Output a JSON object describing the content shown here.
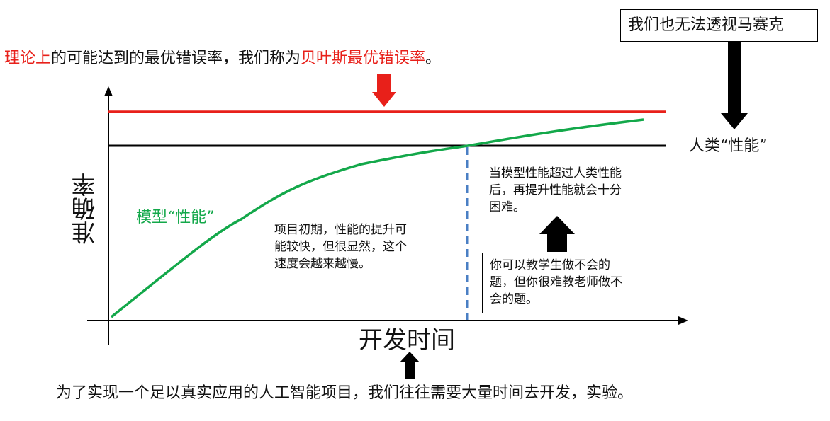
{
  "top_caption": {
    "part1": "理论上",
    "part2": "的可能达到的最优错误率，我们称为",
    "part3": "贝叶斯最优错误率",
    "part4": "。"
  },
  "human_box_label": "我们也无法透视马赛克",
  "human_label": "人类“性能”",
  "model_label": "模型“性能”",
  "y_axis_label": "准确率",
  "x_axis_label": "开发时间",
  "early_note": "项目初期，性能的提升可能较快，但很显然，这个速度会越来越慢。",
  "later_note": "当模型性能超过人类性能后，再提升性能就会十分困难。",
  "teacher_box": "你可以教学生做不会的题，但你很难教老师做不会的题。",
  "bottom_caption": "为了实现一个足以真实应用的人工智能项目，我们往往需要大量时间去开发，实验。",
  "colors": {
    "bayes_line": "#e8201a",
    "human_line": "#000000",
    "model_curve": "#13a84a",
    "crossing_marker": "#4a7fc4",
    "highlight_text": "#e8201a"
  }
}
